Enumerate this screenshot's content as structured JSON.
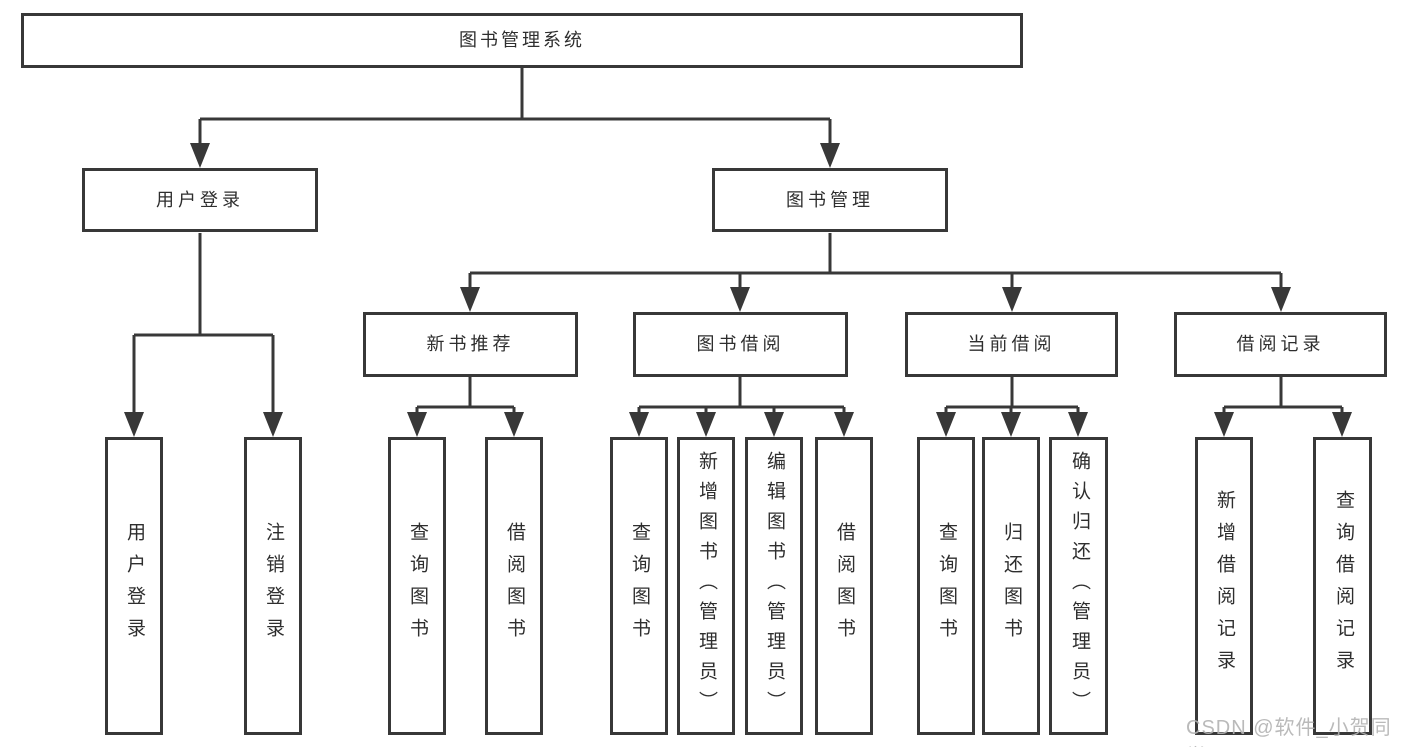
{
  "diagram": {
    "root": {
      "label": "图书管理系统"
    },
    "branches": [
      {
        "label": "用户登录",
        "children": [
          {
            "label": "用户登录"
          },
          {
            "label": "注销登录"
          }
        ]
      },
      {
        "label": "图书管理",
        "children": [
          {
            "label": "新书推荐",
            "children": [
              {
                "label": "查询图书"
              },
              {
                "label": "借阅图书"
              }
            ]
          },
          {
            "label": "图书借阅",
            "children": [
              {
                "label": "查询图书"
              },
              {
                "label": "新增图书（管理员）"
              },
              {
                "label": "编辑图书（管理员）"
              },
              {
                "label": "借阅图书"
              }
            ]
          },
          {
            "label": "当前借阅",
            "children": [
              {
                "label": "查询图书"
              },
              {
                "label": "归还图书"
              },
              {
                "label": "确认归还（管理员）"
              }
            ]
          },
          {
            "label": "借阅记录",
            "children": [
              {
                "label": "新增借阅记录"
              },
              {
                "label": "查询借阅记录"
              }
            ]
          }
        ]
      }
    ]
  },
  "watermark": {
    "text": "CSDN @软件_小贺同学"
  },
  "colors": {
    "line": "#383838",
    "box_border": "#383838",
    "box_background": "#ffffff",
    "text": "#2e2e2e",
    "watermark": "#b3b3b3"
  }
}
